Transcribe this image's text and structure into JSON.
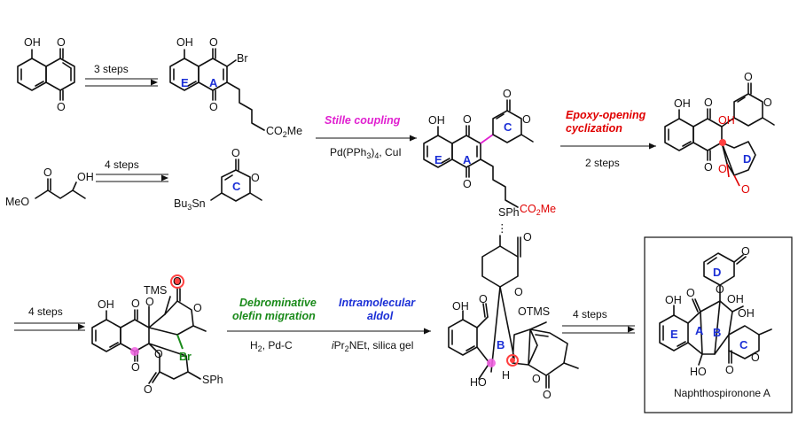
{
  "scheme": {
    "steps_1": "3 steps",
    "steps_2": "4 steps",
    "steps_3": "2 steps",
    "steps_4": "4 steps",
    "steps_5": "4 steps",
    "stille_title": "Stille coupling",
    "stille_cond": "Pd(PPh",
    "stille_cond_sub": "3",
    "stille_cond_tail": ")",
    "stille_cond_sub2": "4",
    "stille_cond_end": ", CuI",
    "epoxy_line1": "Epoxy-opening",
    "epoxy_line2": "cyclization",
    "debrom_line1": "Debrominative",
    "debrom_line2": "olefin migration",
    "debrom_cond": "H",
    "debrom_cond_sub": "2",
    "debrom_cond_end": ", Pd-C",
    "aldol_line1": "Intramolecular",
    "aldol_line2": "aldol",
    "aldol_cond_i": "i",
    "aldol_cond": "Pr",
    "aldol_cond_sub": "2",
    "aldol_cond_end": "NEt, silica gel",
    "product_name": "Naphthospironone A"
  },
  "labels": {
    "OH": "OH",
    "O": "O",
    "Br": "Br",
    "CO2Me_a": "CO",
    "CO2Me_sub": "2",
    "CO2Me_b": "Me",
    "MeO": "MeO",
    "Bu3Sn_a": "Bu",
    "Bu3Sn_sub": "3",
    "Bu3Sn_b": "Sn",
    "TMS": "TMS",
    "OTMS": "OTMS",
    "SPh": "SPh",
    "HO": "HO",
    "H": "H",
    "ring_A": "A",
    "ring_B": "B",
    "ring_C": "C",
    "ring_D": "D",
    "ring_E": "E"
  },
  "colors": {
    "stille": "#e020d0",
    "epoxy": "#e00000",
    "debrom": "#1a8a1a",
    "aldol": "#1b2fd6",
    "ring_label": "#1b2fd6",
    "marker_pink": "#f060e0",
    "marker_red": "#ff4040"
  }
}
